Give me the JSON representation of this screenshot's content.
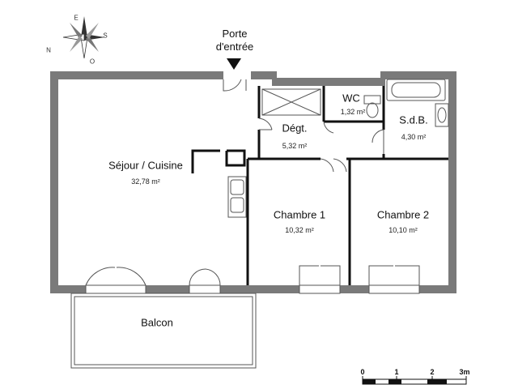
{
  "entrance": {
    "line1": "Porte",
    "line2": "d'entrée"
  },
  "compass": {
    "n": "N",
    "e": "E",
    "s": "S",
    "o": "O"
  },
  "rooms": {
    "sejour": {
      "name": "Séjour / Cuisine",
      "area": "32,78 m²"
    },
    "degt": {
      "name": "Dégt.",
      "area": "5,32 m²"
    },
    "wc": {
      "name": "WC",
      "area": "1,32 m²"
    },
    "sdb": {
      "name": "S.d.B.",
      "area": "4,30 m²"
    },
    "chambre1": {
      "name": "Chambre 1",
      "area": "10,32 m²"
    },
    "chambre2": {
      "name": "Chambre 2",
      "area": "10,10 m²"
    },
    "balcon": {
      "name": "Balcon"
    }
  },
  "scale": {
    "ticks": [
      "0",
      "1",
      "2",
      "3m"
    ]
  },
  "colors": {
    "wall": "#7a7a7a",
    "partition": "#111111",
    "line": "#555555"
  }
}
